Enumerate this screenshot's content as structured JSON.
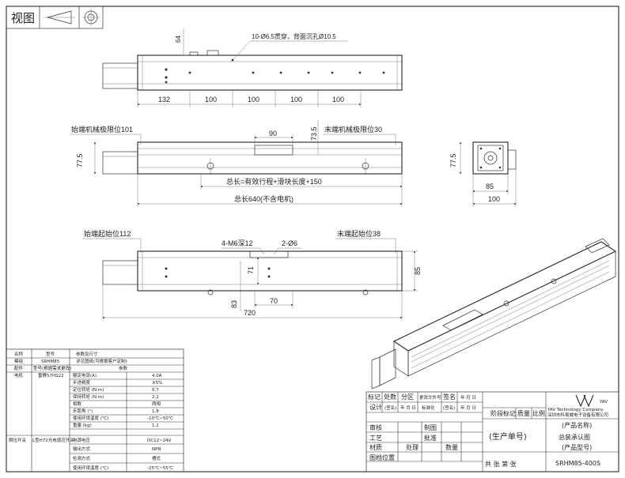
{
  "header": {
    "view_label": "视图"
  },
  "top_view": {
    "hole_note": "10-Ø6.5贯穿，背面沉孔Ø10.5",
    "dim_height": "64",
    "dim_segments": [
      "132",
      "100",
      "100",
      "100",
      "100"
    ]
  },
  "front_view": {
    "start_limit": "始端机械极限位101",
    "end_limit": "末端机械极限位30",
    "dim_90": "90",
    "dim_73_5": "73.5",
    "dim_height": "77.5",
    "total_formula": "总长=有效行程+滑块长度+150",
    "total_length": "总长640(不含电机)"
  },
  "side_view": {
    "dim_height": "77.5",
    "dim_85": "85",
    "dim_100": "100"
  },
  "bottom_view": {
    "start_origin": "始端起始位112",
    "end_origin": "末端起始位38",
    "m6_note": "4-M6深12",
    "hole_note": "2-Ø6",
    "dim_71": "71",
    "dim_85": "85",
    "dim_83": "83",
    "dim_70": "70",
    "dim_720": "720"
  },
  "spec_table": {
    "headers": [
      "名称",
      "型号",
      "参数及尺寸"
    ],
    "rows": [
      [
        "模组",
        "SRHM85",
        "详见图纸(可根据客户定制)"
      ],
      [
        "配件",
        "型号(根据需求更改)",
        "参数"
      ],
      [
        "电机",
        "雷赛57HS22",
        "额定电流(A)",
        "4.0A"
      ],
      [
        "",
        "",
        "步进精度",
        "±5%"
      ],
      [
        "",
        "",
        "定位转矩 (N.m)",
        "0.7"
      ],
      [
        "",
        "",
        "保持转矩 (N.m)",
        "2.2"
      ],
      [
        "",
        "",
        "相数",
        "两相"
      ],
      [
        "",
        "",
        "步距角 (°)",
        "1.8"
      ],
      [
        "",
        "",
        "使用环境温度 (℃)",
        "-10℃~50℃"
      ],
      [
        "",
        "",
        "重量 (kg)",
        "1.1"
      ],
      [
        "限位开关",
        "L型H72光电感应开关",
        "电源电压",
        "DC12~24V"
      ],
      [
        "",
        "",
        "输出方式",
        "NPN"
      ],
      [
        "",
        "",
        "检测方式",
        "槽式"
      ],
      [
        "",
        "",
        "使用环境温度 (℃)",
        "-25℃~55℃"
      ]
    ]
  },
  "title_block": {
    "rev_headers": [
      "标记",
      "处数",
      "分区",
      "更改文件号",
      "签名",
      "年 月 日"
    ],
    "design_row": [
      "设计",
      "(签名)",
      "年 月 日",
      "标准化",
      "(签名)",
      "年 月 日"
    ],
    "stage_headers": [
      "阶段标记",
      "质量",
      "比例"
    ],
    "check": "审核",
    "process": "工艺",
    "material": "材质",
    "approve": "批准",
    "produce": "制图",
    "handle": "处理",
    "quantity": "数量",
    "archive": "图档位置",
    "order": "(生产单号)",
    "sheets": "共  张  第  张",
    "company_en": "YAV Technology Company",
    "company_cn": "深圳市科易威电子设备有限公司",
    "product_name": "(产品名称)",
    "drawing_title": "总装承认图",
    "product_model": "(产品型号)",
    "model_code": "SRHM85-400S",
    "logo_text": "YAV"
  }
}
